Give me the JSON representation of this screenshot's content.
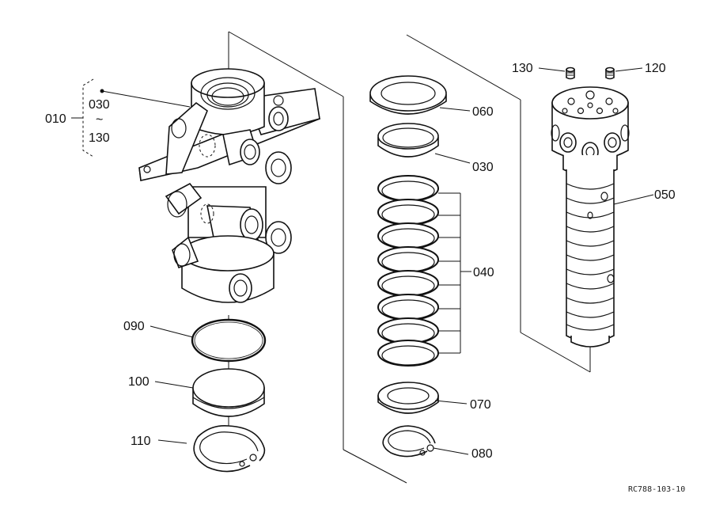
{
  "callouts": {
    "group_main": "010",
    "group_range_start": "030",
    "group_range_tilde": "~",
    "group_range_end": "130",
    "p060": "060",
    "p030": "030",
    "p040": "040",
    "p070": "070",
    "p080": "080",
    "p090": "090",
    "p100": "100",
    "p110": "110",
    "p130": "130",
    "p120": "120",
    "p050": "050"
  },
  "drawing_code": "RC788-103-10"
}
